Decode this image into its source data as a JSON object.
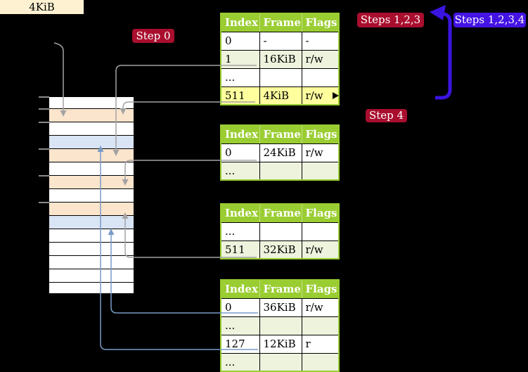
{
  "colors": {
    "bg": "#000000",
    "boxCream": "#fdf1d2",
    "badgeRed": "#a90e2e",
    "badgeBlue": "#4414e5",
    "tableHeader": "#9acd32",
    "tableRowAlt": "#eef3dd",
    "highlight": "#ffff9e",
    "memPeach": "#fce5cd",
    "memBlue": "#d9e4f4",
    "connGray": "#a3a3a3",
    "connBlue": "#7b9ac8",
    "arrowBlue": "#3a14e1"
  },
  "labels": {
    "frame_box": "4KiB",
    "step0": "Step 0",
    "steps123": "Steps 1,2,3",
    "steps1234": "Steps 1,2,3,4",
    "step4": "Step 4"
  },
  "tables": [
    {
      "name": "page-table-1",
      "headers": [
        "Index",
        "Frame",
        "Flags"
      ],
      "rows": [
        {
          "cells": [
            "0",
            "-",
            "-"
          ],
          "alt": false,
          "highlight": false
        },
        {
          "cells": [
            "1",
            "16KiB",
            "r/w"
          ],
          "alt": true,
          "highlight": false
        },
        {
          "cells": [
            "...",
            "",
            ""
          ],
          "alt": false,
          "highlight": false
        },
        {
          "cells": [
            "511",
            "4KiB",
            "r/w"
          ],
          "alt": true,
          "highlight": true
        }
      ]
    },
    {
      "name": "page-table-2",
      "headers": [
        "Index",
        "Frame",
        "Flags"
      ],
      "rows": [
        {
          "cells": [
            "0",
            "24KiB",
            "r/w"
          ],
          "alt": false,
          "highlight": false
        },
        {
          "cells": [
            "...",
            "",
            ""
          ],
          "alt": true,
          "highlight": false
        }
      ]
    },
    {
      "name": "page-table-3",
      "headers": [
        "Index",
        "Frame",
        "Flags"
      ],
      "rows": [
        {
          "cells": [
            "...",
            "",
            ""
          ],
          "alt": false,
          "highlight": false
        },
        {
          "cells": [
            "511",
            "32KiB",
            "r/w"
          ],
          "alt": true,
          "highlight": false
        }
      ]
    },
    {
      "name": "page-table-4",
      "headers": [
        "Index",
        "Frame",
        "Flags"
      ],
      "rows": [
        {
          "cells": [
            "0",
            "36KiB",
            "r/w"
          ],
          "alt": false,
          "highlight": false
        },
        {
          "cells": [
            "...",
            "",
            ""
          ],
          "alt": true,
          "highlight": false
        },
        {
          "cells": [
            "127",
            "12KiB",
            "r"
          ],
          "alt": false,
          "highlight": false
        },
        {
          "cells": [
            "...",
            "",
            ""
          ],
          "alt": true,
          "highlight": false
        }
      ]
    }
  ],
  "memory_column": {
    "rows": [
      {
        "color": "white",
        "tick": true
      },
      {
        "color": "peach",
        "tick": true
      },
      {
        "color": "white",
        "tick": true
      },
      {
        "color": "blue",
        "tick": false
      },
      {
        "color": "peach",
        "tick": true
      },
      {
        "color": "white",
        "tick": false
      },
      {
        "color": "peach",
        "tick": true
      },
      {
        "color": "white",
        "tick": false
      },
      {
        "color": "peach",
        "tick": true
      },
      {
        "color": "blue",
        "tick": false
      },
      {
        "color": "white",
        "tick": false
      },
      {
        "color": "white",
        "tick": false
      },
      {
        "color": "white",
        "tick": false
      },
      {
        "color": "white",
        "tick": false
      }
    ]
  }
}
